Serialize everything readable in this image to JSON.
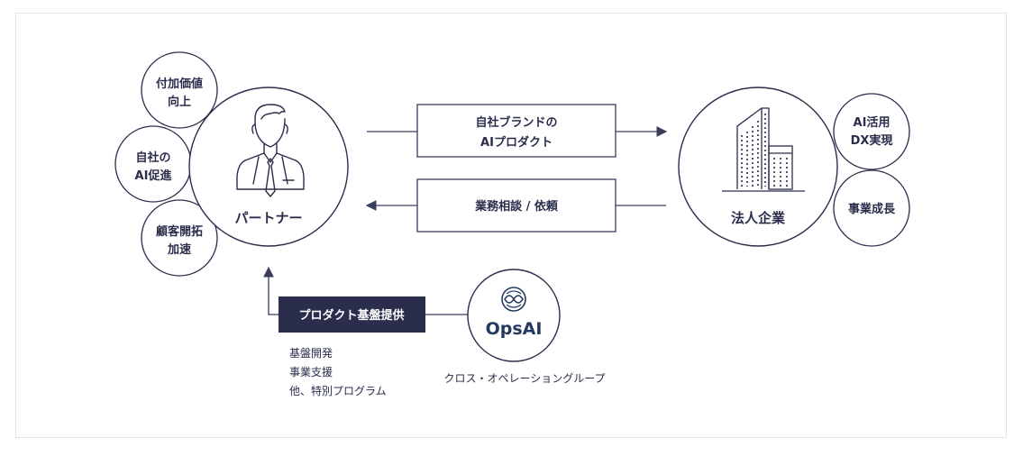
{
  "partner": {
    "label": "パートナー",
    "badges": [
      {
        "lines": [
          "付加価値",
          "向上"
        ]
      },
      {
        "lines": [
          "自社の",
          "AI促進"
        ]
      },
      {
        "lines": [
          "顧客開拓",
          "加速"
        ]
      }
    ]
  },
  "enterprise": {
    "label": "法人企業",
    "badges": [
      {
        "lines": [
          "AI活用",
          "DX実現"
        ]
      },
      {
        "lines": [
          "事業成長"
        ]
      }
    ]
  },
  "flows": {
    "to_enterprise": [
      "自社ブランドの",
      "AIプロダクト"
    ],
    "to_partner": "業務相談 / 依頼"
  },
  "platform": {
    "label": "プロダクト基盤提供",
    "details": [
      "基盤開発",
      "事業支援",
      "他、特別プログラム"
    ]
  },
  "provider": {
    "logo_text": "OpsAI",
    "name": "クロス・オペレーショングループ"
  },
  "colors": {
    "navy": "#2a2d4b",
    "line": "#3a3d5c",
    "brand": "#233a63"
  }
}
